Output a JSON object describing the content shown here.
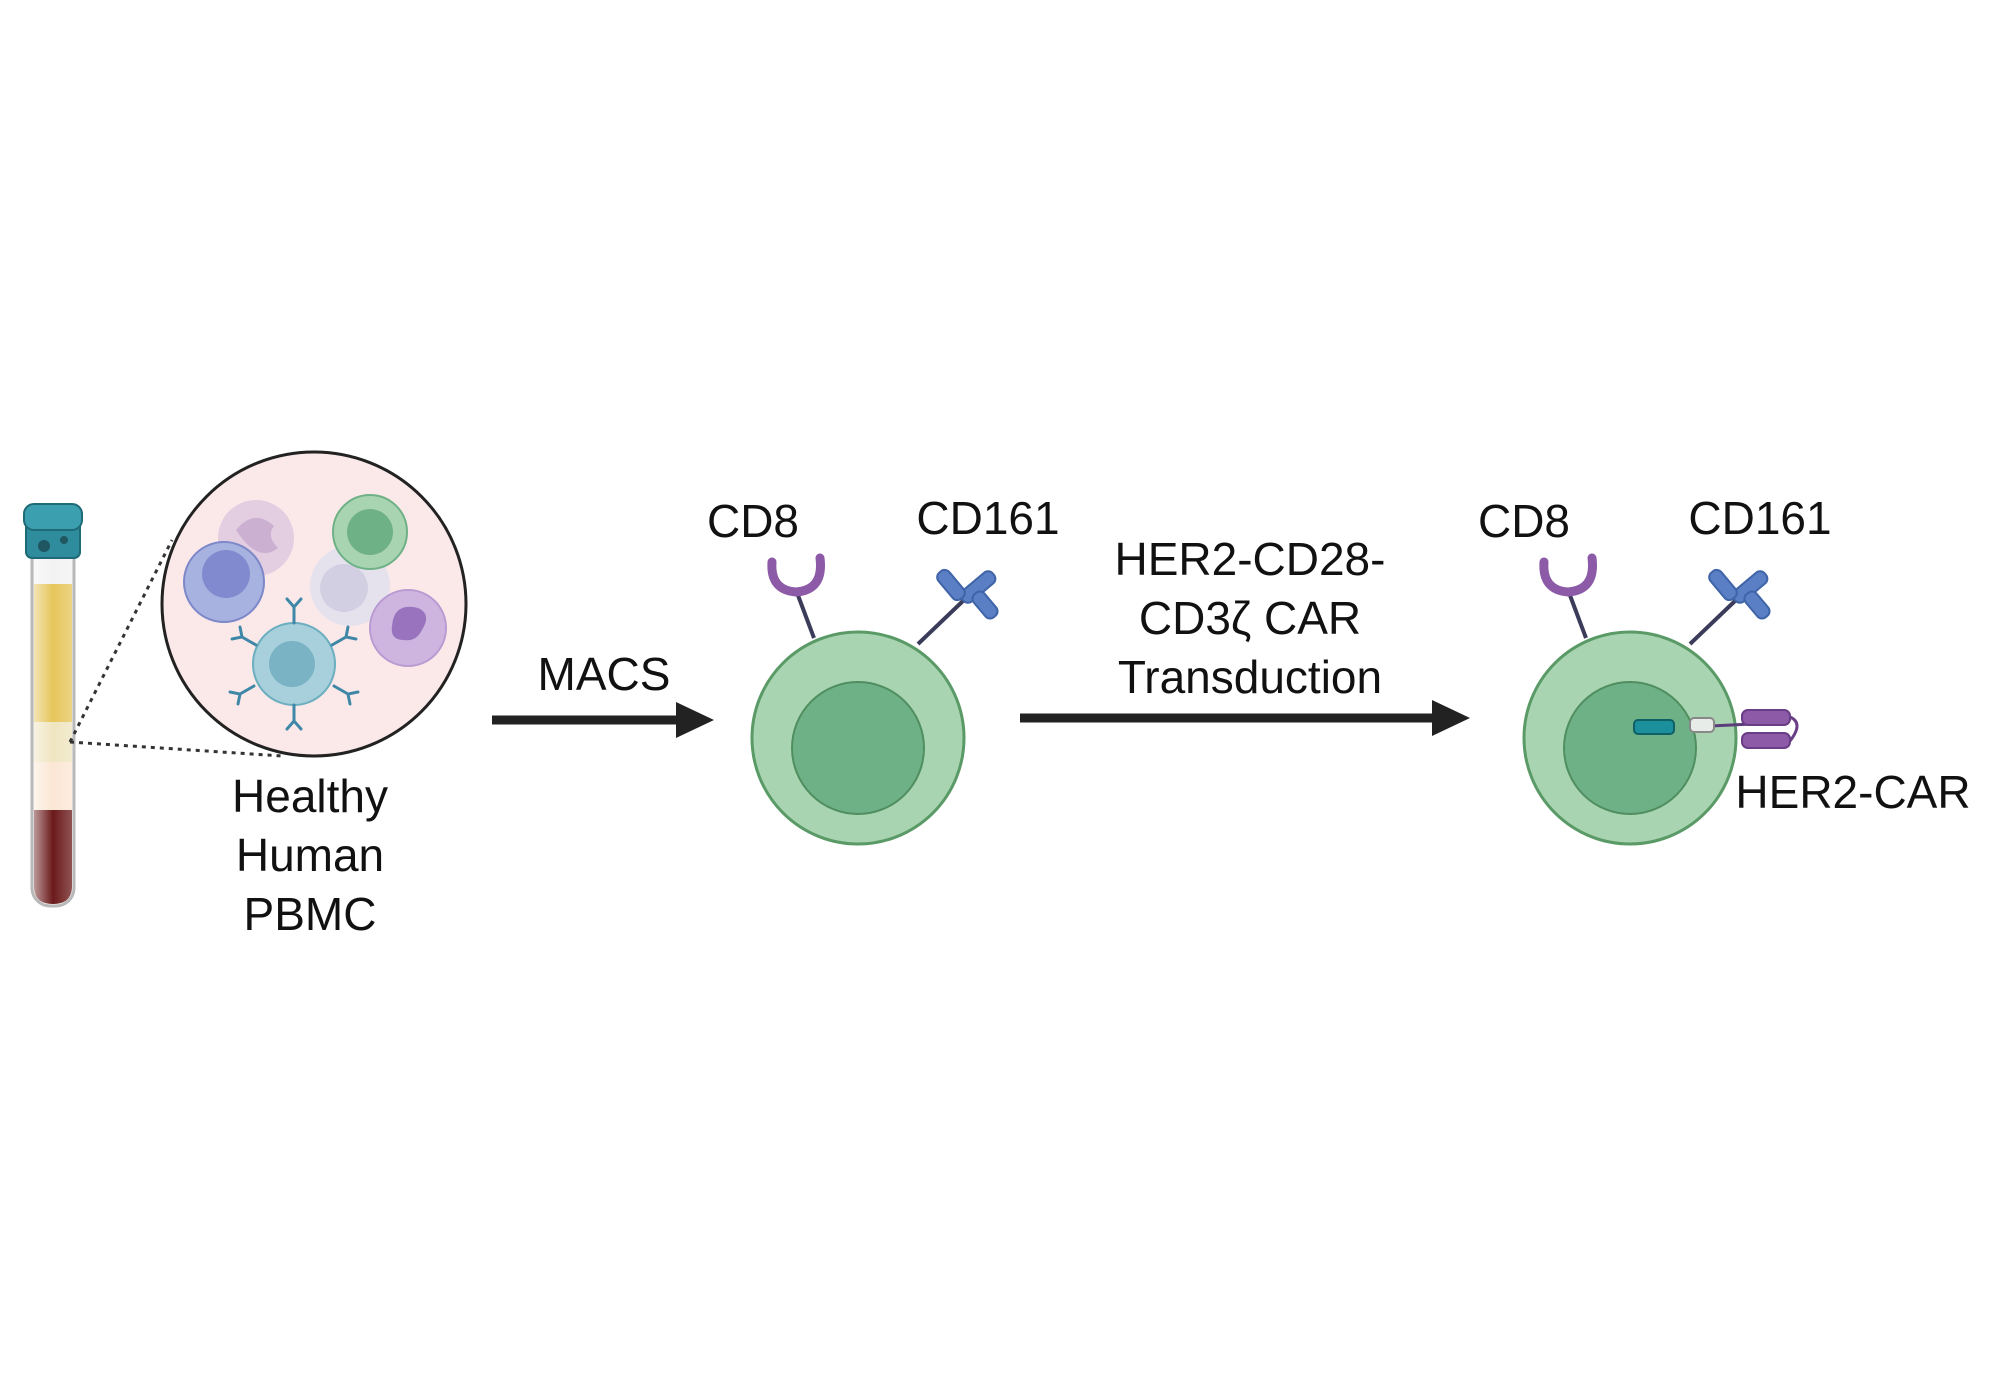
{
  "diagram": {
    "pbmc_label": [
      "Healthy",
      "Human",
      "PBMC"
    ],
    "step1_label": "MACS",
    "cell1": {
      "marker_left": "CD8",
      "marker_right": "CD161"
    },
    "step2_label": [
      "HER2-CD28-",
      "CD3ζ CAR",
      "Transduction"
    ],
    "cell2": {
      "marker_left": "CD8",
      "marker_right": "CD161",
      "car_label": "HER2-CAR"
    }
  },
  "colors": {
    "tube_cap": "#2f8c9c",
    "plasma": "#e6c55a",
    "buffy_coat": "#efe5c0",
    "red_cells": "#6b1a1a",
    "cell_outer": "#a9d4b1",
    "cell_inner": "#6fb186",
    "cell_border": "#5a9a66",
    "cd8_marker": "#8c5aa6",
    "cd161_marker": "#5b7fc4",
    "arrow": "#222222",
    "zoom_bg": "#fbe9ea"
  }
}
